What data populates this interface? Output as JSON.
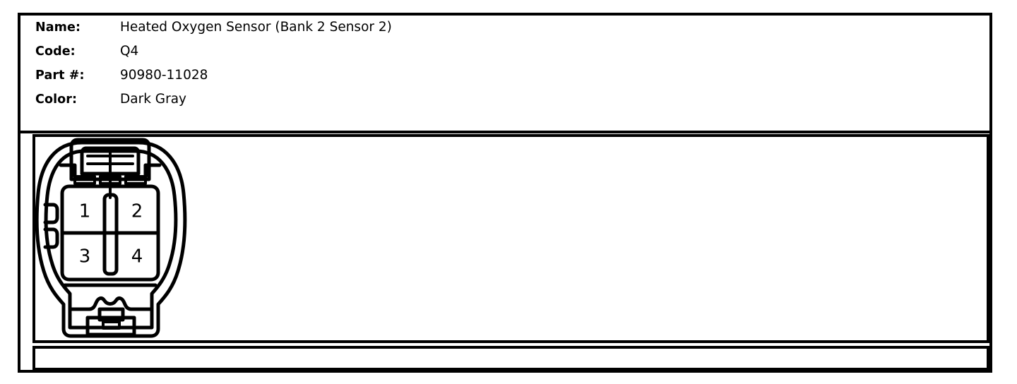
{
  "card": {
    "title": "Heated Oxygen Sensor (Bank 2 Sensor 2)",
    "spec_rows": [
      {
        "label": "Name:",
        "value": "Heated Oxygen Sensor (Bank 2 Sensor 2)"
      },
      {
        "label": "Code:",
        "value": "Q4"
      },
      {
        "label": "Part #:",
        "value": "90980-11028"
      },
      {
        "label": "Color:",
        "value": "Dark Gray"
      }
    ]
  },
  "connector": {
    "type": "4-pin female connector face view",
    "pin_count": 4,
    "pins": [
      {
        "number": "1",
        "position": "top-left"
      },
      {
        "number": "2",
        "position": "top-right"
      },
      {
        "number": "3",
        "position": "bottom-left"
      },
      {
        "number": "4",
        "position": "bottom-right"
      }
    ],
    "features": {
      "top_latch": "ribbed locking tab",
      "center_key": "vertical keyway rib",
      "left_side": "side retention notches",
      "bottom_tab": "lower locking tab"
    }
  },
  "colors": {
    "line": "#000000",
    "background": "#ffffff",
    "text": "#000000"
  },
  "bottom_strip": {
    "content": ""
  }
}
